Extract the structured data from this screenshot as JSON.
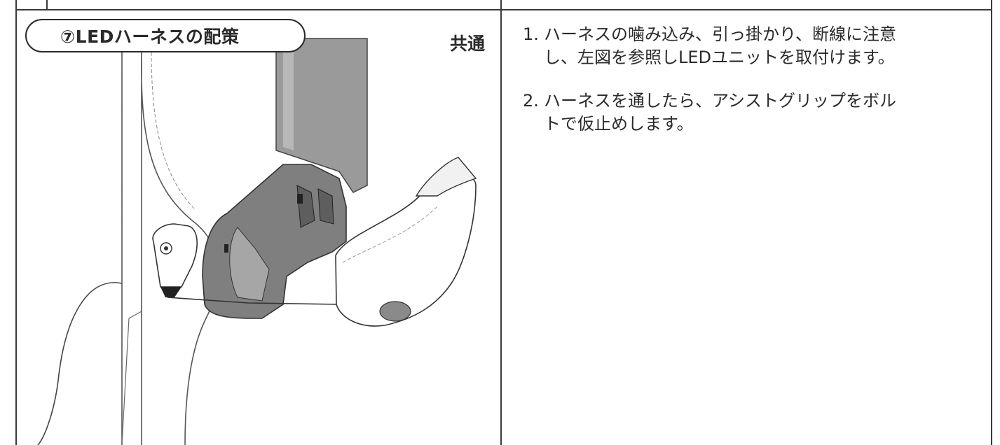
{
  "section": {
    "title": "⑦LEDハーネスの配策",
    "common_label": "共通"
  },
  "steps": [
    {
      "number": "1.",
      "text": "ハーネスの噛み込み、引っ掛かり、断線に注意\nし、左図を参照しLEDユニットを取付けます。"
    },
    {
      "number": "2.",
      "text": "ハーネスを通したら、アシストグリップをボル\nトで仮止めします。"
    }
  ],
  "illustration": {
    "subject": "LED harness routing with assist grip and LED unit"
  }
}
